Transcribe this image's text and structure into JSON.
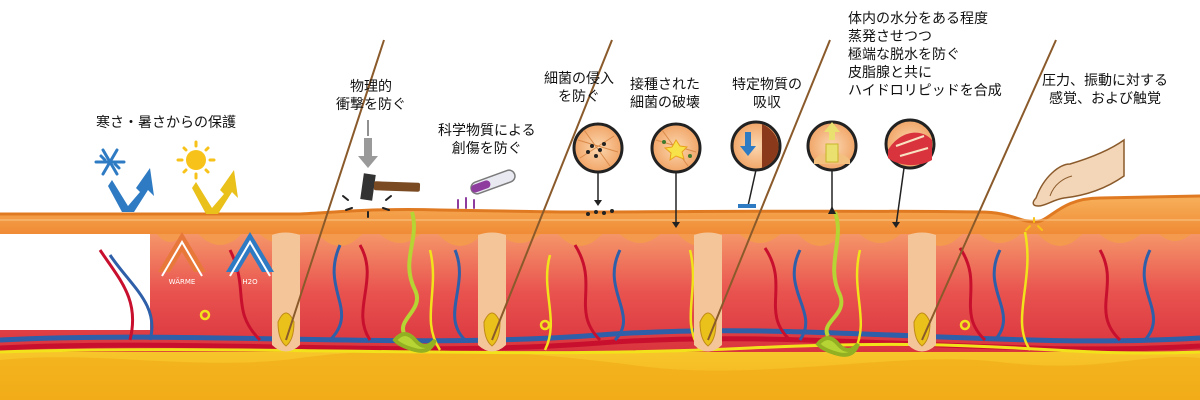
{
  "labels": {
    "cold_heat": [
      "寒さ・暑さからの保護"
    ],
    "physical": [
      "物理的",
      "衝撃を防ぐ"
    ],
    "chemical": [
      "科学物質による",
      "創傷を防ぐ"
    ],
    "bacteria_invasion": [
      "細菌の侵入",
      "を防ぐ"
    ],
    "bacteria_destroy": [
      "接種された",
      "細菌の破壊"
    ],
    "absorption": [
      "特定物質の",
      "吸収"
    ],
    "moisture": [
      "体内の水分をある程度",
      "蒸発させつつ",
      "極端な脱水を防ぐ",
      "皮脂腺と共に",
      "ハイドロリピッドを合成"
    ],
    "sensation": [
      "圧力、振動に対する",
      "感覚、および触覚"
    ]
  },
  "badges": {
    "warm": "WÄRME",
    "water": "H2O"
  },
  "icons": [
    "snowflake-icon",
    "sun-icon",
    "hammer-icon",
    "test-tube-icon",
    "magnifier-icon",
    "finger-icon"
  ],
  "colors": {
    "epidermis": "#F4A14A",
    "dermis": "#E8454A",
    "fat": "#F7C21A",
    "artery": "#C8102E",
    "vein": "#2E5FA8",
    "nerve": "#F2E21B",
    "sweat_gland": "#B6D433",
    "hair": "#8A5A2B",
    "arrow_blue": "#2E7BC4",
    "arrow_yellow": "#E9C11A"
  }
}
